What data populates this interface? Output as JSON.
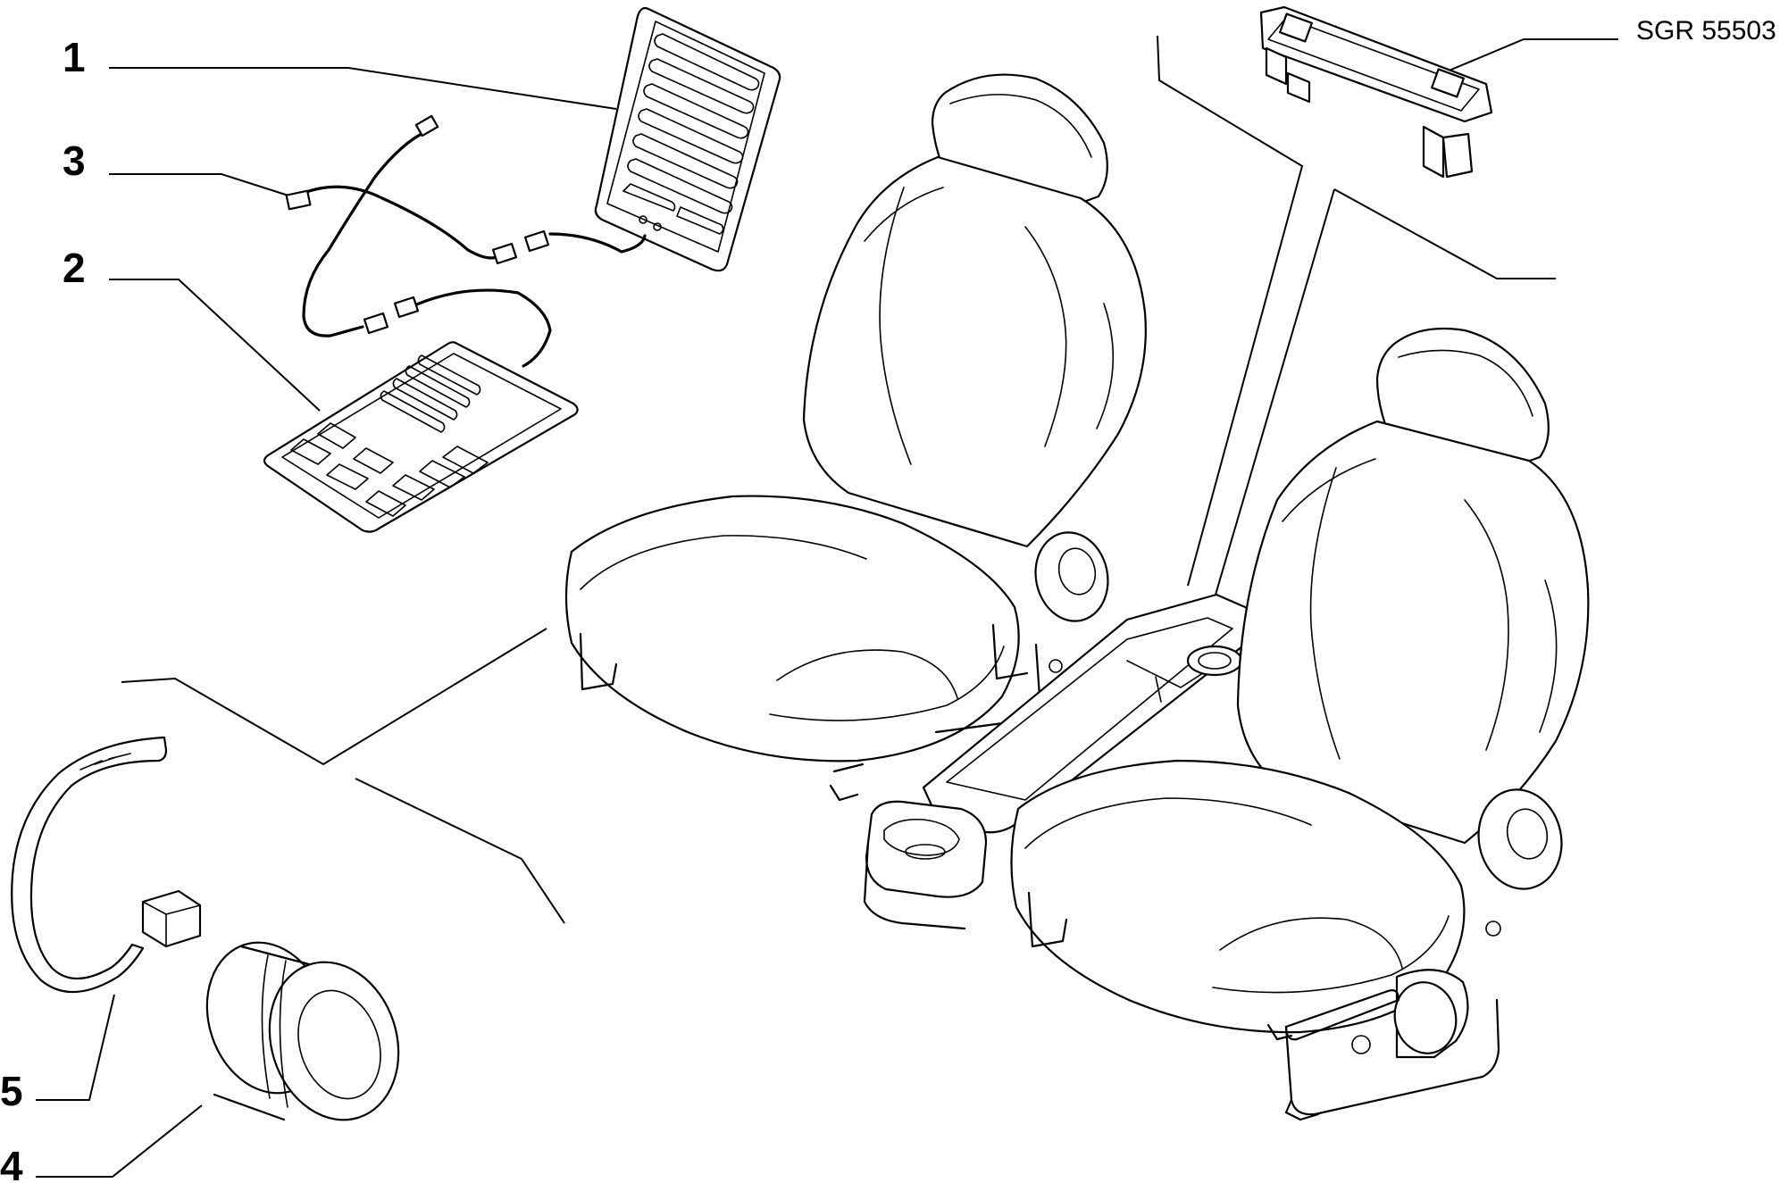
{
  "diagram": {
    "reference_code": "SGR 55503",
    "callouts": [
      {
        "id": "1",
        "label": "1"
      },
      {
        "id": "3",
        "label": "3"
      },
      {
        "id": "2",
        "label": "2"
      },
      {
        "id": "5",
        "label": "5"
      },
      {
        "id": "4",
        "label": "4"
      }
    ]
  }
}
